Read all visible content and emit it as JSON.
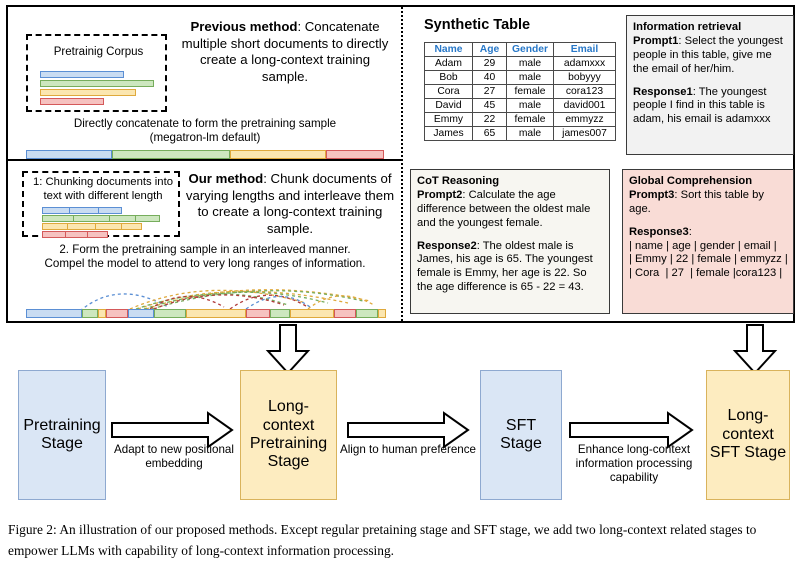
{
  "figure": {
    "previous_method": {
      "corpus_box_label": "Pretrainig Corpus",
      "heading_bold": "Previous method",
      "heading_rest": ": Concatenate multiple short documents to directly create a long-context training sample.",
      "caption_line1": "Directly concatenate to form the pretraining sample",
      "caption_line2": "(megatron-lm default)"
    },
    "our_method": {
      "chunk_box_label_line1": "1: Chunking documents into",
      "chunk_box_label_line2": "text with different length",
      "heading_bold": "Our method",
      "heading_rest": ": Chunk documents of varying lengths and interleave them to create a long-context training sample.",
      "caption_line1": "2. Form the pretraining sample in an interleaved manner.",
      "caption_line2": "Compel the model to attend to very long ranges of information."
    },
    "synthetic_table": {
      "title": "Synthetic Table",
      "columns": [
        "Name",
        "Age",
        "Gender",
        "Email"
      ],
      "rows": [
        [
          "Adam",
          "29",
          "male",
          "adamxxx"
        ],
        [
          "Bob",
          "40",
          "male",
          "bobyyy"
        ],
        [
          "Cora",
          "27",
          "female",
          "cora123"
        ],
        [
          "David",
          "45",
          "male",
          "david001"
        ],
        [
          "Emmy",
          "22",
          "female",
          "emmyzz"
        ],
        [
          "James",
          "65",
          "male",
          "james007"
        ]
      ]
    },
    "info_retrieval": {
      "heading": "Information retrieval",
      "prompt_label": "Prompt1",
      "prompt_text": ": Select the youngest people in this table, give me the email of her/him.",
      "response_label": "Response1",
      "response_text": ": The youngest people I find in this table is adam, his email is adamxxx"
    },
    "cot_reasoning": {
      "heading": "CoT Reasoning",
      "prompt_label": "Prompt2",
      "prompt_text": ": Calculate the age difference between the oldest male and the youngest female.",
      "response_label": "Response2",
      "response_text": ": The oldest male is James, his age is 65. The youngest female is Emmy, her age is 22. So the age difference is 65 - 22 = 43."
    },
    "global_comprehension": {
      "heading": "Global Comprehension",
      "prompt_label": "Prompt3",
      "prompt_text": ": Sort this table by age.",
      "response_label": "Response3",
      "response_text": ":",
      "table_rows": [
        "| name | age | gender | email |",
        "| Emmy | 22 | female | emmyzz |",
        "| Cora  | 27  | female |cora123 |"
      ]
    }
  },
  "pipeline": {
    "stages": [
      {
        "id": "pretraining",
        "label": "Pretraining Stage",
        "color": "#dae6f5"
      },
      {
        "id": "lc-pretrain",
        "label": "Long-context Pretraining Stage",
        "color": "#fdecc0"
      },
      {
        "id": "sft",
        "label": "SFT Stage",
        "color": "#dae6f5"
      },
      {
        "id": "lc-sft",
        "label": "Long-context SFT Stage",
        "color": "#fdecc0"
      }
    ],
    "arrow_labels": [
      "Adapt to new positional embedding",
      "Align to human preference",
      "Enhance long-context information processing capability"
    ]
  },
  "caption": {
    "prefix": "Figure 2:",
    "text": " An illustration of our proposed methods. Except regular pretaining stage and SFT stage, we add two long-context related stages to empower LLMs with capability of long-context information processing."
  },
  "colors": {
    "doc_blue": "#c9dcf2",
    "doc_green": "#cde7bf",
    "doc_yellow": "#fbe6b0",
    "doc_red": "#f6c2c0",
    "stage_blue": "#dae6f5",
    "stage_yellow": "#fdecc0",
    "table_header": "#2878c8",
    "global_box_bg": "#f9dcd6"
  }
}
